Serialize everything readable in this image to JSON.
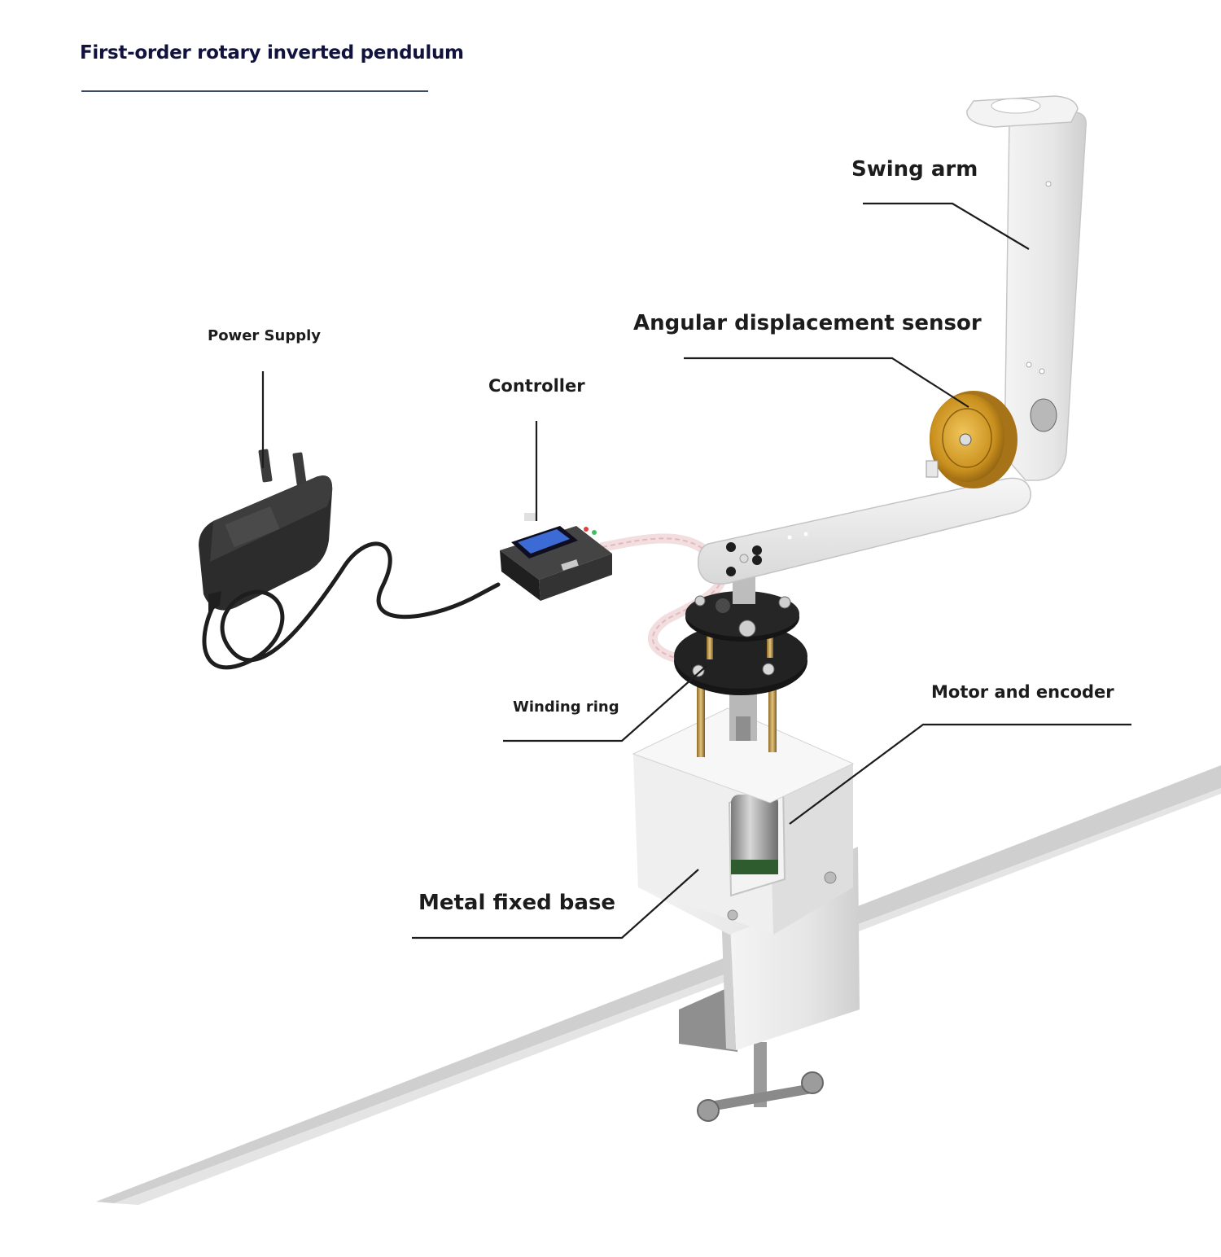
{
  "title": "First-order rotary inverted pendulum",
  "labels": {
    "swing_arm": "Swing arm",
    "angular_sensor": "Angular displacement sensor",
    "power_supply": "Power Supply",
    "controller": "Controller",
    "winding_ring": "Winding ring",
    "motor_encoder": "Motor and encoder",
    "metal_base": "Metal fixed base"
  },
  "colors": {
    "title": "#12123f",
    "label": "#1c1c1c",
    "leader_line": "#1c1c1c",
    "metal": "#ececec",
    "sensor_gold": "#c9901e",
    "adapter_black": "#2a2a2a",
    "table_edge": "#c8c8c8"
  }
}
